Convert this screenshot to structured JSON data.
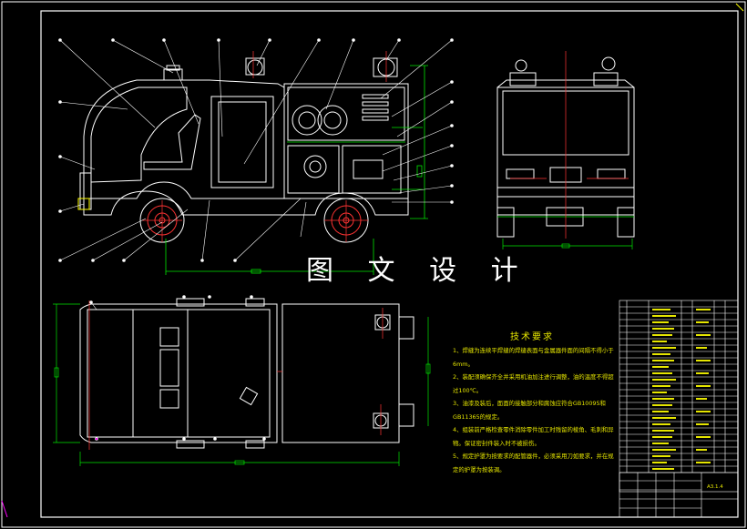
{
  "drawing": {
    "watermark": "图 文 设 计",
    "requirements_title": "技术要求",
    "requirements": [
      "1、焊缝为连续平焊缝的焊缝表面与金属器件面的间隔不得小于6mm。",
      "2、装配须确保齐全并采用机油加注进行调整，油的温度不得超过100℃。",
      "3、油漆及装后，面面的接触部分和腐蚀应符合GB10095和GB11365的规定。",
      "4、组装前严格检查零件消除零件加工时残留的棱角、毛刺和异物。保证密封件装入时不被损伤。",
      "5、规定护罩为按要求的配管器件，必须采用刀如要求，并在规定的护罩为按装调。"
    ],
    "title_block_label": "A3.1.4"
  },
  "colors": {
    "background": "#000000",
    "frame": "#ffffff",
    "outline": "#ffffff",
    "leader": "#ffffff",
    "centerline": "#ff3333",
    "dimension": "#00e600",
    "hatch": "#00cccc",
    "text_yellow": "#e6e600",
    "accent_magenta": "#ff00ff",
    "accent_cyan": "#00ffff"
  }
}
